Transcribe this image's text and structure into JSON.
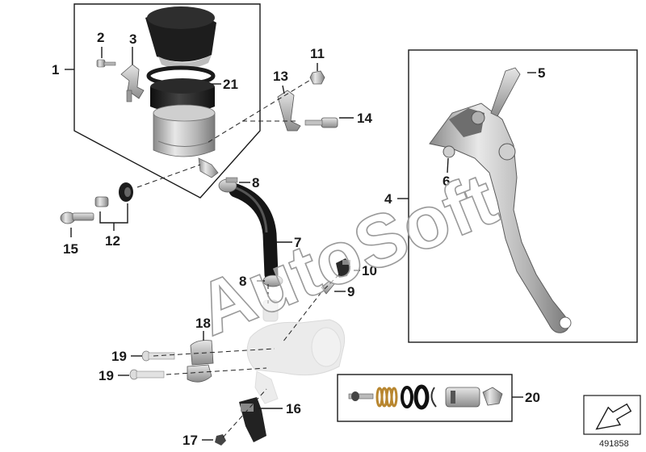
{
  "watermark": "AutoSoft",
  "reference_number": "491858",
  "callouts": {
    "c1": "1",
    "c2": "2",
    "c3": "3",
    "c4": "4",
    "c5": "5",
    "c6": "6",
    "c7": "7",
    "c8a": "8",
    "c8b": "8",
    "c9": "9",
    "c10": "10",
    "c11": "11",
    "c12": "12",
    "c13": "13",
    "c14": "14",
    "c15": "15",
    "c16": "16",
    "c17": "17",
    "c18": "18",
    "c19a": "19",
    "c19b": "19",
    "c20": "20",
    "c21": "21"
  },
  "colors": {
    "ink": "#1a1a1a",
    "metal": "#bfbfbf",
    "metal_dark": "#7d7d7d",
    "rubber": "#1c1c1c"
  }
}
